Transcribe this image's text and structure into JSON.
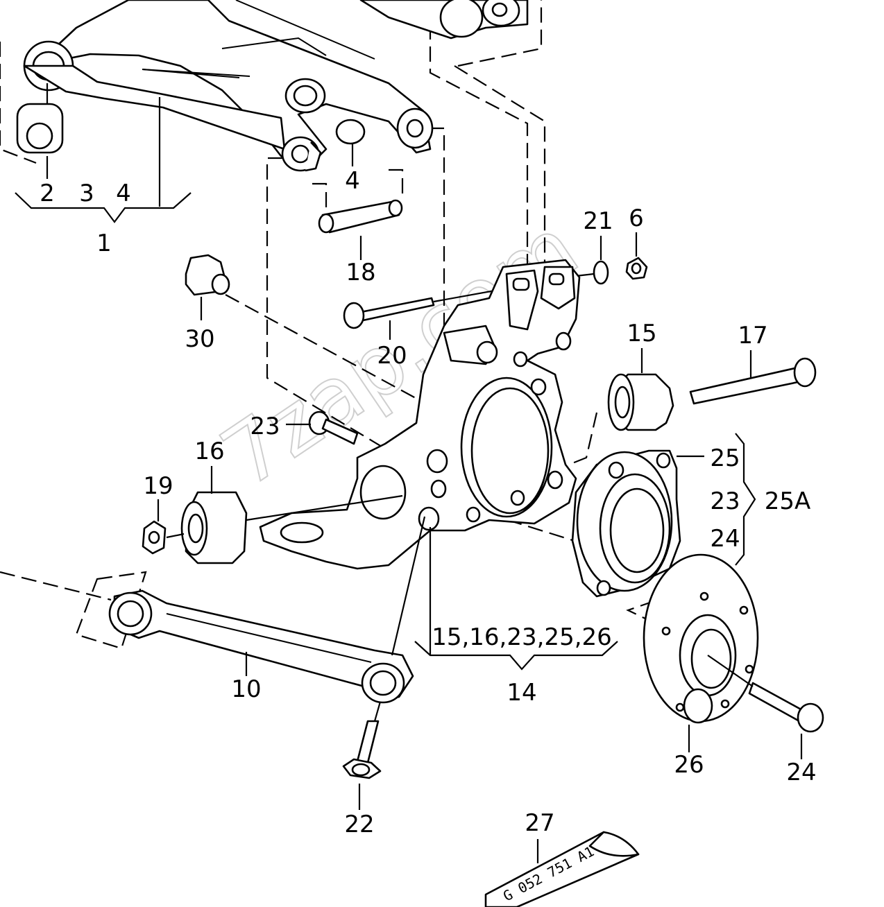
{
  "watermark": "7zap.com",
  "tube_marking": "G 052 751 A1",
  "callouts": {
    "c1": "1",
    "c2": "2",
    "c3": "3",
    "c4a": "4",
    "c4b": "4",
    "c6": "6",
    "c10": "10",
    "c14": "14",
    "c14_group": "15,16,23,25,26",
    "c15": "15",
    "c16": "16",
    "c17": "17",
    "c18": "18",
    "c19": "19",
    "c20": "20",
    "c21": "21",
    "c22": "22",
    "c23a": "23",
    "c23b": "23",
    "c24a": "24",
    "c24b": "24",
    "c25": "25",
    "c25A": "25A",
    "c26": "26",
    "c27": "27",
    "c30": "30"
  }
}
